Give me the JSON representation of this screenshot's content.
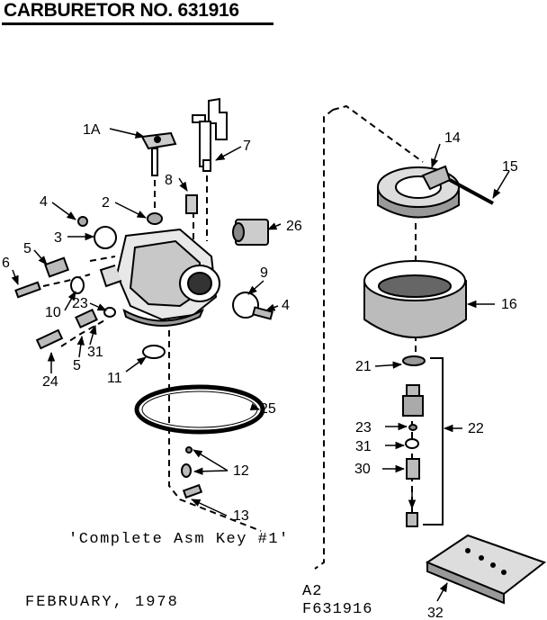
{
  "title": "CARBURETOR NO. 631916",
  "caption": "'Complete Asm Key #1'",
  "date": "FEBRUARY, 1978",
  "ref_line1": "A2",
  "ref_line2": "F631916",
  "callouts": {
    "1A": "1A",
    "2": "2",
    "3": "3",
    "4a": "4",
    "4b": "4",
    "5a": "5",
    "5b": "5",
    "6": "6",
    "7": "7",
    "8": "8",
    "9": "9",
    "10": "10",
    "11": "11",
    "12": "12",
    "13": "13",
    "14": "14",
    "15": "15",
    "16": "16",
    "21": "21",
    "22": "22",
    "23a": "23",
    "23b": "23",
    "24": "24",
    "25": "25",
    "26": "26",
    "30": "30",
    "31a": "31",
    "31b": "31",
    "32": "32"
  }
}
